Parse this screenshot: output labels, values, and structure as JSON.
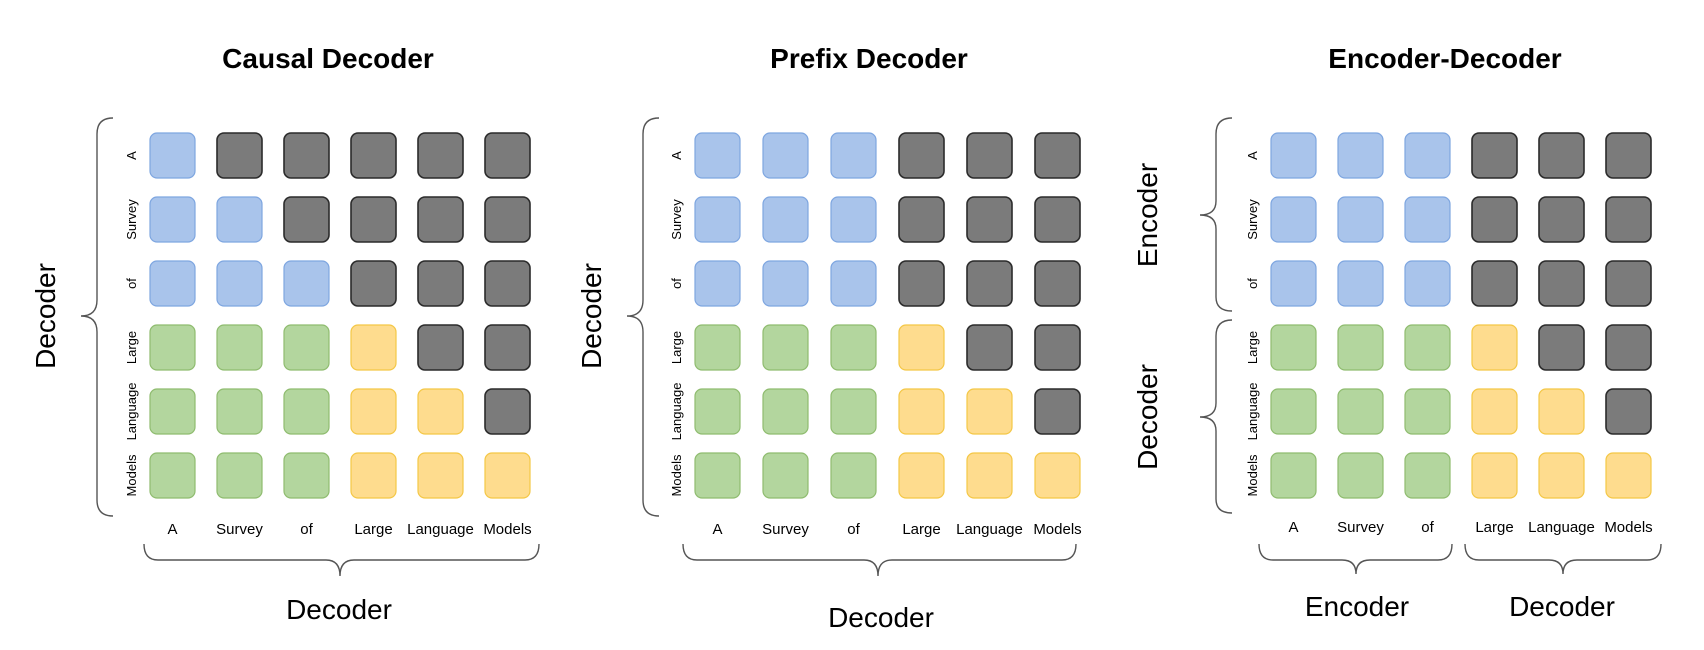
{
  "tokens": [
    "A",
    "Survey",
    "of",
    "Large",
    "Language",
    "Models"
  ],
  "colors": {
    "blue_fill": "#a9c4eb",
    "blue_stroke": "#7ea6e0",
    "green_fill": "#b3d69e",
    "green_stroke": "#8fbc6f",
    "yellow_fill": "#fedc8e",
    "yellow_stroke": "#f4c746",
    "gray_fill": "#7b7b7b",
    "gray_stroke": "#2b2b2b"
  },
  "panels": [
    {
      "id": "causal",
      "title": "Causal Decoder",
      "left_labels": [
        "Decoder"
      ],
      "bottom_labels": [
        "Decoder"
      ],
      "matrix": [
        [
          "B",
          "G",
          "G",
          "G",
          "G",
          "G"
        ],
        [
          "B",
          "B",
          "G",
          "G",
          "G",
          "G"
        ],
        [
          "B",
          "B",
          "B",
          "G",
          "G",
          "G"
        ],
        [
          "N",
          "N",
          "N",
          "Y",
          "G",
          "G"
        ],
        [
          "N",
          "N",
          "N",
          "Y",
          "Y",
          "G"
        ],
        [
          "N",
          "N",
          "N",
          "Y",
          "Y",
          "Y"
        ]
      ]
    },
    {
      "id": "prefix",
      "title": "Prefix Decoder",
      "left_labels": [
        "Decoder"
      ],
      "bottom_labels": [
        "Decoder"
      ],
      "matrix": [
        [
          "B",
          "B",
          "B",
          "G",
          "G",
          "G"
        ],
        [
          "B",
          "B",
          "B",
          "G",
          "G",
          "G"
        ],
        [
          "B",
          "B",
          "B",
          "G",
          "G",
          "G"
        ],
        [
          "N",
          "N",
          "N",
          "Y",
          "G",
          "G"
        ],
        [
          "N",
          "N",
          "N",
          "Y",
          "Y",
          "G"
        ],
        [
          "N",
          "N",
          "N",
          "Y",
          "Y",
          "Y"
        ]
      ]
    },
    {
      "id": "encdec",
      "title": "Encoder-Decoder",
      "left_labels": [
        "Encoder",
        "Decoder"
      ],
      "bottom_labels": [
        "Encoder",
        "Decoder"
      ],
      "matrix": [
        [
          "B",
          "B",
          "B",
          "G",
          "G",
          "G"
        ],
        [
          "B",
          "B",
          "B",
          "G",
          "G",
          "G"
        ],
        [
          "B",
          "B",
          "B",
          "G",
          "G",
          "G"
        ],
        [
          "N",
          "N",
          "N",
          "Y",
          "G",
          "G"
        ],
        [
          "N",
          "N",
          "N",
          "Y",
          "Y",
          "G"
        ],
        [
          "N",
          "N",
          "N",
          "Y",
          "Y",
          "Y"
        ]
      ]
    }
  ]
}
